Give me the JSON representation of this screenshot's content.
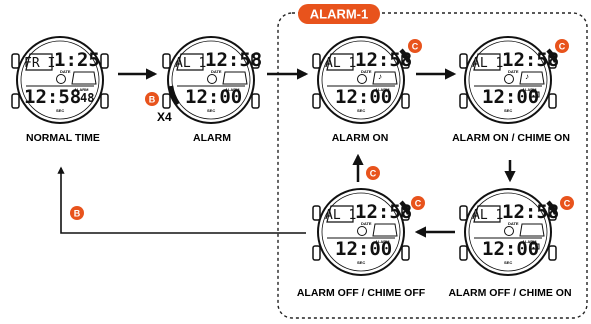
{
  "group_badge": "ALARM-1",
  "repeat_label": "X4",
  "buttons": {
    "b": "B",
    "c": "C"
  },
  "screens": [
    {
      "caption": "NORMAL TIME",
      "mode": "FR I",
      "upper": "1:25",
      "lower": "12:58",
      "seconds": "48",
      "date": "DATE",
      "alarm": "ALARM",
      "sec": "SEC"
    },
    {
      "caption": "ALARM",
      "mode": "AL 1",
      "upper": "12:58",
      "lower": "12:00",
      "date": "DATE",
      "alarm": "ALARM",
      "sec": "SEC"
    },
    {
      "caption": "ALARM ON",
      "mode": "AL 1",
      "upper": "12:58",
      "lower": "12:00",
      "date": "DATE",
      "alarm": "ALARM",
      "sec": "SEC"
    },
    {
      "caption": "ALARM ON / CHIME ON",
      "mode": "AL 1",
      "upper": "12:58",
      "lower": "12:00",
      "date": "DATE",
      "alarm": "ALARM",
      "sec": "SEC"
    },
    {
      "caption": "ALARM OFF / CHIME ON",
      "mode": "AL 1",
      "upper": "12:58",
      "lower": "12:00",
      "date": "DATE",
      "alarm": "ALARM",
      "sec": "SEC"
    },
    {
      "caption": "ALARM OFF / CHIME OFF",
      "mode": "AL 1",
      "upper": "12:58",
      "lower": "12:00",
      "date": "DATE",
      "alarm": "ALARM",
      "sec": "SEC"
    }
  ],
  "colors": {
    "accent": "#e8531c",
    "ink": "#111111"
  }
}
